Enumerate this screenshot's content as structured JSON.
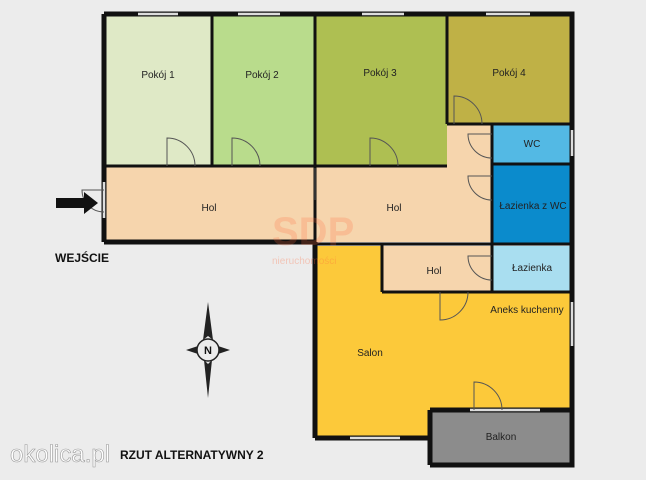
{
  "rooms": {
    "pokoj1": "Pokój 1",
    "pokoj2": "Pokój 2",
    "pokoj3": "Pokój 3",
    "pokoj4": "Pokój 4",
    "wc": "WC",
    "hol_left": "Hol",
    "hol_center": "Hol",
    "lazienka_wc": "Łazienka z WC",
    "hol_small": "Hol",
    "lazienka": "Łazienka",
    "anoks": "Aneks kuchenny",
    "salon": "Salon",
    "balkon": "Balkon"
  },
  "entrance_label": "WEJŚCIE",
  "plan_title": "RZUT ALTERNATYWNY 2",
  "compass_letter": "N",
  "watermark_text": "SDP",
  "watermark_sub": "nieruchomości",
  "site_logo": "okolica.pl",
  "colors": {
    "pokoj1": "#dfe9c6",
    "pokoj2": "#b9dc8c",
    "pokoj3": "#aebf52",
    "pokoj4": "#bfb146",
    "hall": "#f6d5ad",
    "wc": "#53b9e4",
    "lazienka_wc": "#0b8bcc",
    "lazienka": "#a9def0",
    "salon": "#fcc93a",
    "balkon": "#8c8c8c",
    "wall": "#111111"
  }
}
